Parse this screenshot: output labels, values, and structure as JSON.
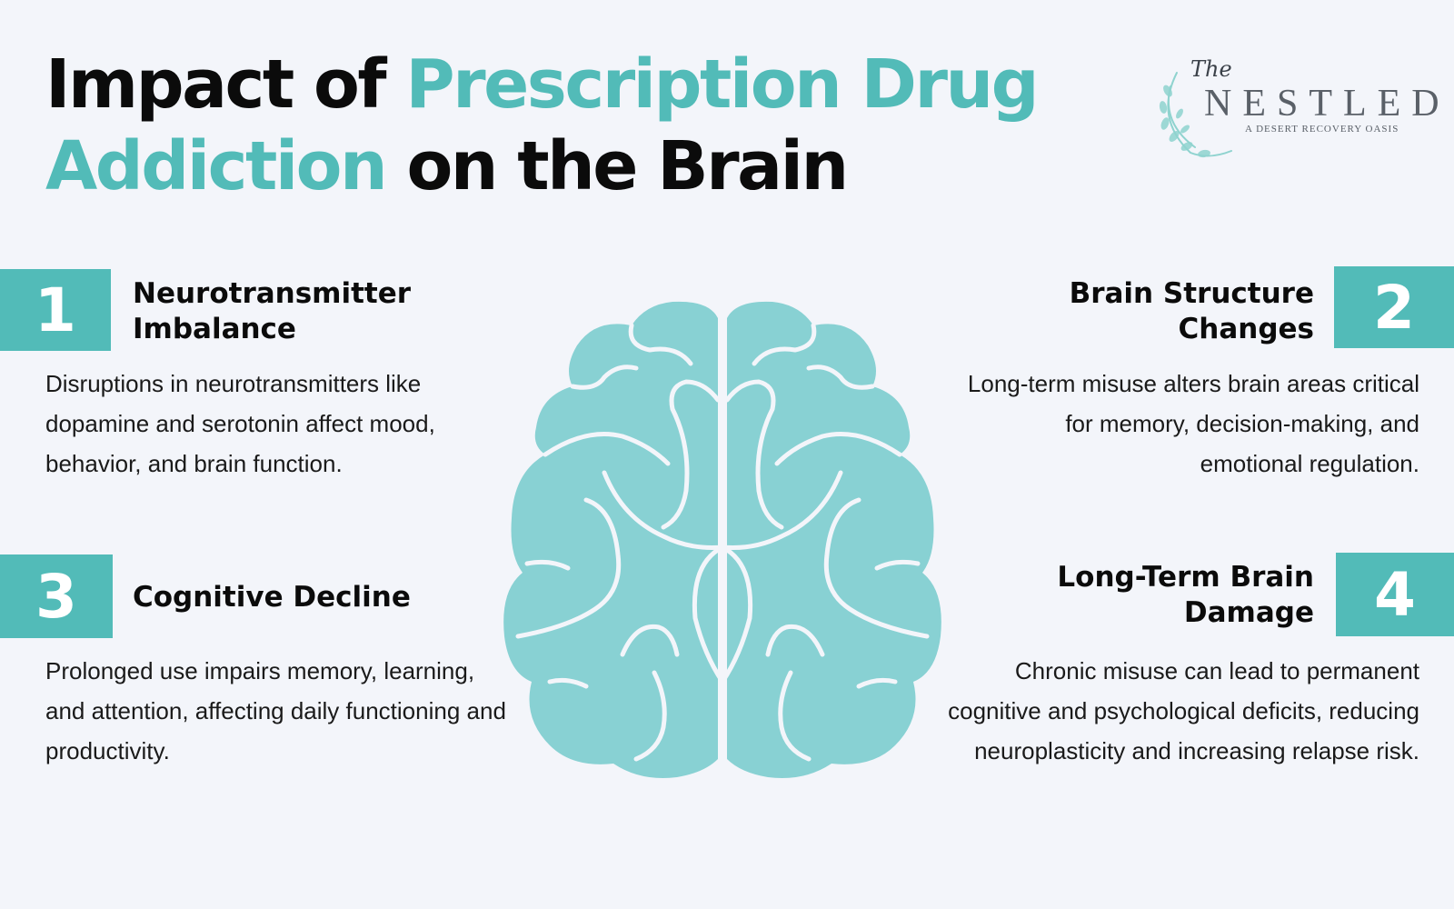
{
  "title": {
    "part1": "Impact of ",
    "part2": "Prescription Drug",
    "part3": "Addiction",
    "part4": " on the Brain"
  },
  "logo": {
    "the": "The",
    "name": "NESTLED",
    "tagline": "A DESERT RECOVERY OASIS"
  },
  "colors": {
    "accent": "#52bbb8",
    "brain": "#88d1d3",
    "background": "#f3f5fa",
    "text": "#0b0b0b"
  },
  "items": [
    {
      "number": "1",
      "heading_line1": "Neurotransmitter",
      "heading_line2": "Imbalance",
      "description": "Disruptions in neurotransmitters like dopamine and serotonin affect mood, behavior, and brain function."
    },
    {
      "number": "2",
      "heading_line1": "Brain Structure",
      "heading_line2": "Changes",
      "description": "Long-term misuse alters brain areas critical for memory, decision-making, and emotional regulation."
    },
    {
      "number": "3",
      "heading_line1": "Cognitive Decline",
      "heading_line2": "",
      "description": "Prolonged use impairs memory, learning, and attention, affecting daily functioning and productivity."
    },
    {
      "number": "4",
      "heading_line1": "Long-Term Brain",
      "heading_line2": "Damage",
      "description": "Chronic misuse can lead to permanent cognitive and psychological deficits, reducing neuroplasticity and increasing relapse risk."
    }
  ],
  "illustration": {
    "icon": "brain-icon"
  }
}
